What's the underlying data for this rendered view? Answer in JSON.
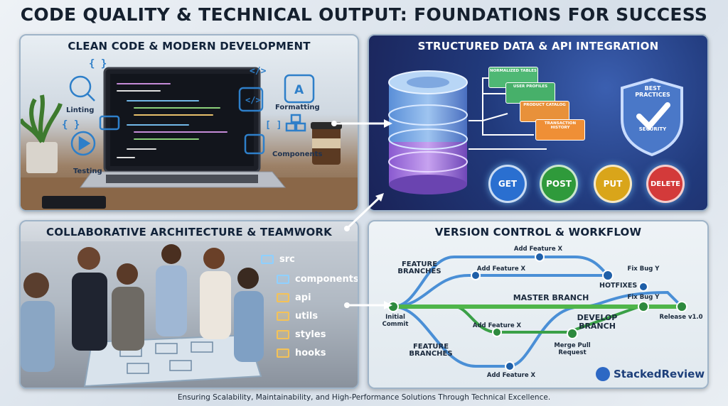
{
  "title": "CODE QUALITY & TECHNICAL OUTPUT: FOUNDATIONS FOR SUCCESS",
  "footer": "Ensuring Scalability, Maintainability, and High-Performance Solutions Through Technical Excellence.",
  "brand": "StackedReview",
  "panels": {
    "clean_code": {
      "title": "CLEAN CODE & MODERN DEVELOPMENT",
      "labels": {
        "linting": "Linting",
        "testing": "Testing",
        "formatting": "Formatting",
        "components": "Components"
      }
    },
    "structured_data": {
      "title": "STRUCTURED DATA & API INTEGRATION",
      "tables": [
        "NORMALIZED TABLES",
        "USER PROFILES",
        "PRODUCT CATALOG",
        "TRANSACTION HISTORY"
      ],
      "shield": {
        "top": "BEST PRACTICES",
        "bottom": "SECURITY"
      },
      "methods": [
        "GET",
        "POST",
        "PUT",
        "DELETE"
      ]
    },
    "collab": {
      "title": "COLLABORATIVE ARCHITECTURE & TEAMWORK",
      "tree": [
        "src",
        "components",
        "api",
        "utils",
        "styles",
        "hooks"
      ]
    },
    "version": {
      "title": "VERSION CONTROL & WORKFLOW",
      "labels": {
        "feature_branches_top": "FEATURE BRANCHES",
        "feature_branches_bottom": "FEATURE BRANCHES",
        "master": "MASTER BRANCH",
        "develop": "DEVELOP BRANCH",
        "hotfixes": "HOTFIXES",
        "initial": "Initial Commit",
        "release": "Release v1.0",
        "add_feature_1": "Add Feature X",
        "add_feature_2": "Add Feature X",
        "add_feature_3": "Add Feature X",
        "add_feature_4": "Add Feature X",
        "fix_bug_1": "Fix Bug Y",
        "fix_bug_2": "Fix Bug Y",
        "merge": "Merge Pull Request"
      }
    }
  },
  "colors": {
    "master": "#4fb54a",
    "feature": "#4a8fd6",
    "develop": "#3aa047",
    "get": "#2a6fd0",
    "post": "#2f9a3b",
    "put": "#d9a51a",
    "delete": "#d33a3a"
  }
}
